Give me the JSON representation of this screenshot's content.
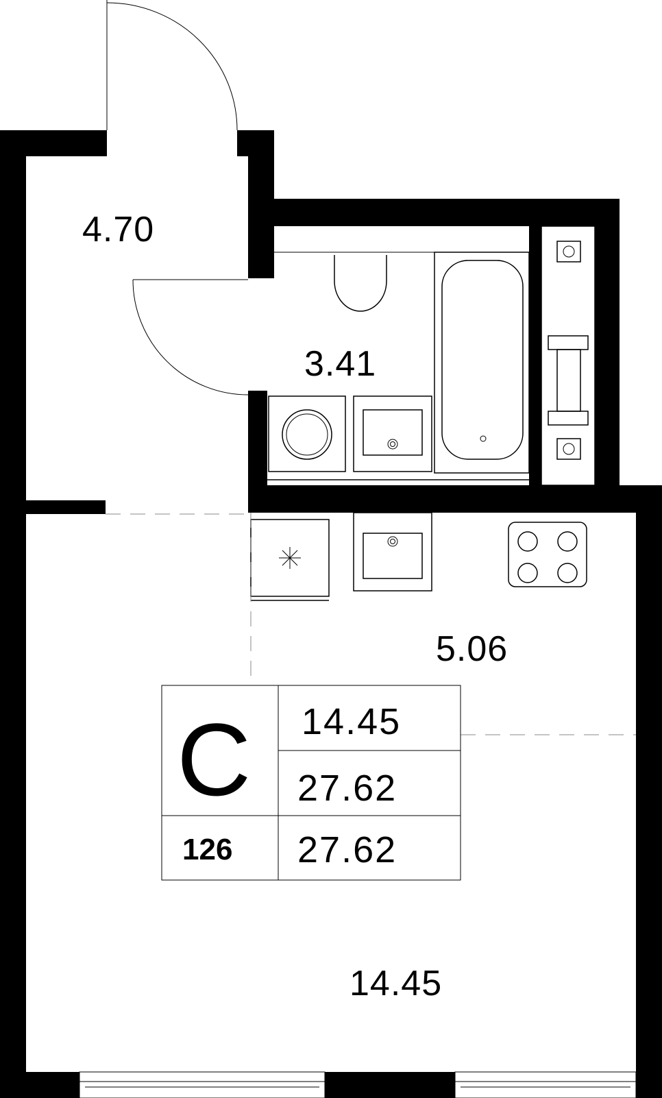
{
  "rooms": {
    "hall": {
      "area": "4.70"
    },
    "bathroom": {
      "area": "3.41"
    },
    "kitchen": {
      "area": "5.06"
    },
    "living": {
      "area": "14.45"
    }
  },
  "info_block": {
    "type_letter": "С",
    "living_area": "14.45",
    "total_area": "27.62",
    "apartment_number": "126",
    "area_with_balcony": "27.62"
  },
  "colors": {
    "wall": "#000000",
    "fixture_line": "#000000",
    "zone_divider": "#888888",
    "background": "#ffffff"
  }
}
